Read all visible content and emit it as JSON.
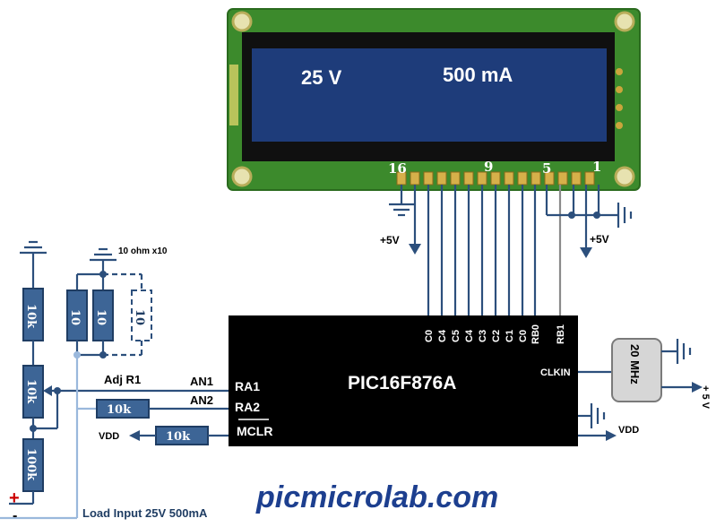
{
  "lcd": {
    "line_voltage": "25 V",
    "line_current": "500 mA",
    "pins": {
      "p16": "16",
      "p9": "9",
      "p5": "5",
      "p1": "1"
    }
  },
  "mcu": {
    "name": "PIC16F876A",
    "left_pins": {
      "ra1": "RA1",
      "ra2": "RA2",
      "mclr": "MCLR"
    },
    "right_pin": "CLKIN",
    "top_pins": [
      "C0",
      "C4",
      "C5",
      "C4",
      "C3",
      "C2",
      "C1",
      "C0",
      "RB0",
      "RB1"
    ]
  },
  "crystal": {
    "label": "20 MHz"
  },
  "labels": {
    "plus5v_left": "+5V",
    "plus5v_right": "+5V",
    "plus5v_crystal": "+ 5 V",
    "vdd_left": "VDD",
    "vdd_right": "VDD",
    "an1": "AN1",
    "an2": "AN2",
    "adj": "Adj R1",
    "shunt_note": "10 ohm x10",
    "load_input": "Load Input 25V 500mA",
    "plus_sign": "+",
    "minus_sign": "-",
    "watermark": "picmicrolab.com"
  },
  "resistors": {
    "r_top": "10k",
    "r_adj": "10k",
    "r_bottom": "100k",
    "r_shunt1": "10",
    "r_shunt2": "10",
    "r_shunt3": "10",
    "r_an2": "10k",
    "r_mclr": "10k"
  },
  "colors": {
    "wire": "#2c4f7c",
    "resistor": "#3d6596",
    "lcd_screen": "#1e3c7a",
    "pcb": "#3c8a2c",
    "chip": "#000000",
    "watermark": "#1d3f8f"
  }
}
